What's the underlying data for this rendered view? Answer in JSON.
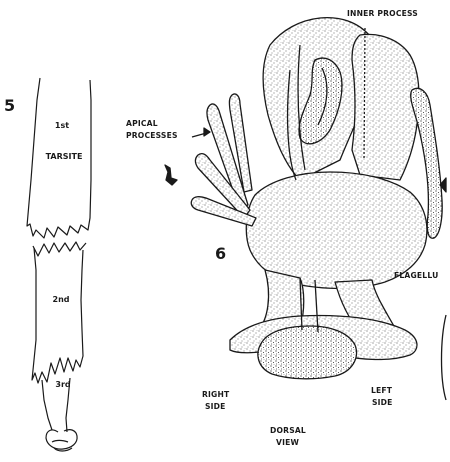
{
  "figure": {
    "figure_number_left": "5",
    "figure_number_right": "6"
  },
  "labels": {
    "inner_process": "INNER PROCESS",
    "apical_processes_line1": "APICAL",
    "apical_processes_line2": "PROCESSES",
    "flagellum": "FLAGELLU",
    "right_side_line1": "RIGHT",
    "right_side_line2": "SIDE",
    "left_side_line1": "LEFT",
    "left_side_line2": "SIDE",
    "dorsal_view_line1": "DORSAL",
    "dorsal_view_line2": "VIEW",
    "tarsite_1_number": "1st",
    "tarsite_1_word": "TARSITE",
    "tarsite_2": "2nd",
    "tarsite_3": "3rd"
  }
}
